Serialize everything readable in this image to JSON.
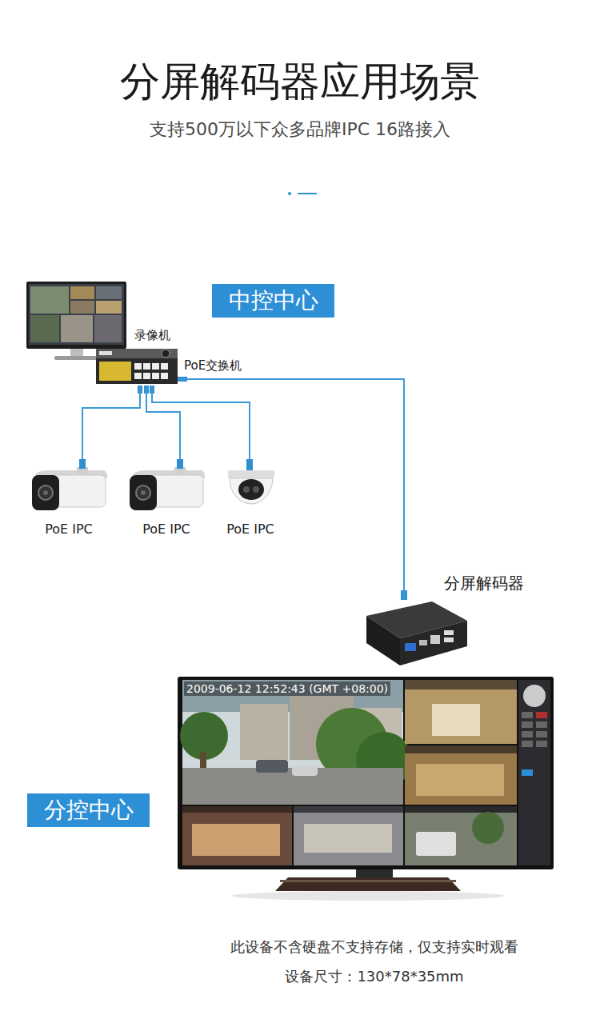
{
  "diagram": {
    "title": "分屏解码器应用场景",
    "nodes": [
      {
        "text": [
          "中控中心"
        ]
      },
      {
        "text": [
          "录像机"
        ]
      },
      {
        "text": [
          "PoE交换机"
        ]
      },
      {
        "text": [
          "PoE IPC"
        ]
      },
      {
        "text": [
          "PoE IPC"
        ]
      },
      {
        "text": [
          "PoE IPC"
        ]
      },
      {
        "text": [
          "分屏解码器"
        ]
      },
      {
        "text": [
          "分控中心"
        ]
      }
    ],
    "edges": [
      {
        "from": 2,
        "to": 3,
        "arrow": "none"
      },
      {
        "from": 2,
        "to": 4,
        "arrow": "none"
      },
      {
        "from": 2,
        "to": 5,
        "arrow": "none"
      },
      {
        "from": 2,
        "to": 6,
        "arrow": "none"
      }
    ],
    "labels": [
      "支持500万以下众多品牌IPC 16路接入",
      "2009-06-12 12:52:43 (GMT +08:00)",
      "此设备不含硬盘不支持存储，仅支持实时观看",
      "设备尺寸：130*78*35mm"
    ]
  }
}
